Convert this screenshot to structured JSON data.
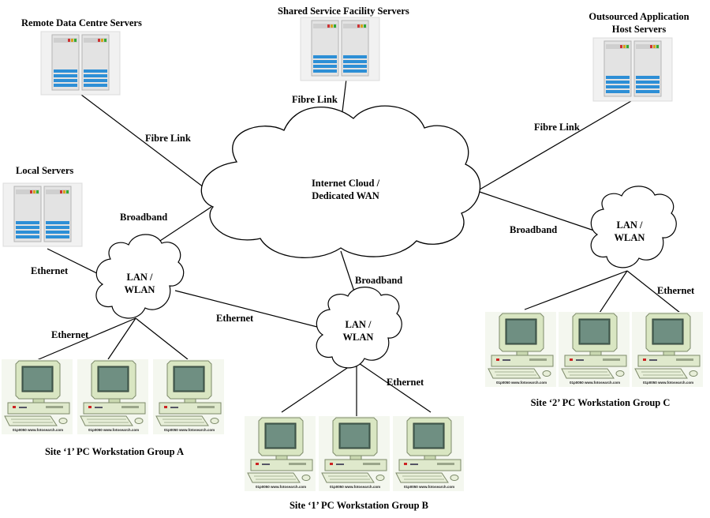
{
  "servers": {
    "remote": "Remote Data Centre Servers",
    "shared": "Shared Service Facility Servers",
    "outsourced_line1": "Outsourced Application",
    "outsourced_line2": "Host Servers",
    "local": "Local Servers"
  },
  "cloud": {
    "line1": "Internet Cloud /",
    "line2": "Dedicated WAN"
  },
  "lan": {
    "line1": "LAN /",
    "line2": "WLAN"
  },
  "links": {
    "fibre": "Fibre Link",
    "broadband": "Broadband",
    "ethernet": "Ethernet"
  },
  "groups": {
    "a": "Site ‘1’ PC Workstation Group A",
    "b": "Site ‘1’ PC Workstation Group B",
    "c": "Site ‘2’ PC Workstation Group C"
  },
  "pc_watermark": "01p0050 www.fotosearch.com"
}
